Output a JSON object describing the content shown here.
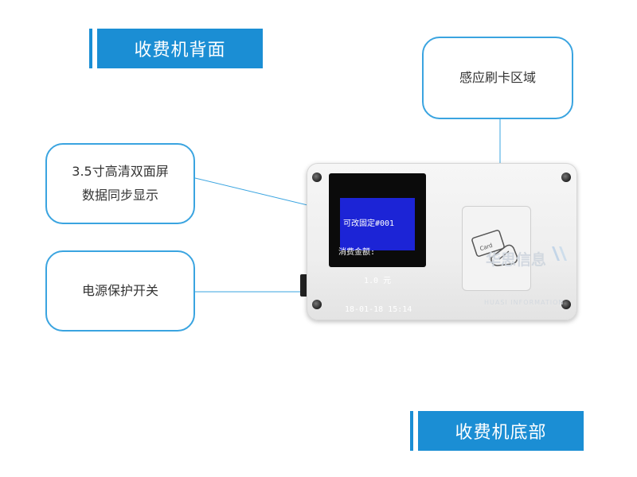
{
  "labels": {
    "back_title": "收费机背面",
    "bottom_title": "收费机底部"
  },
  "callouts": {
    "sensor": "感应刷卡区域",
    "screen_line1": "3.5寸高清双面屏",
    "screen_line2": "数据同步显示",
    "power": "电源保护开关"
  },
  "lcd": {
    "line1": "可改固定#001",
    "line2": "消费金额:",
    "line3": "1.0 元",
    "line4": "18-01-18 15:14"
  },
  "card_text": "Card",
  "watermark": {
    "text": "华思信息",
    "sub": "HUASI INFORMATION"
  },
  "colors": {
    "accent": "#1b8ed4",
    "callout_border": "#3aa4e0",
    "lcd_bg": "#1c24d6"
  }
}
